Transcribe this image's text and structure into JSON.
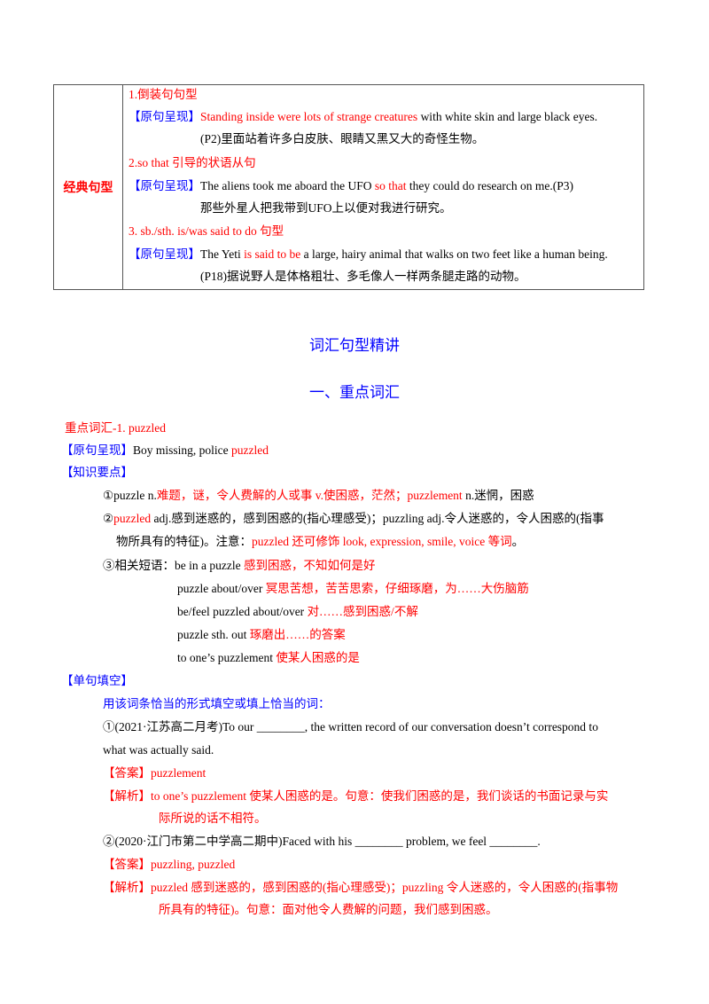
{
  "table": {
    "label": "经典句型",
    "items": [
      {
        "heading": "1.倒装句句型",
        "tag": "【原句呈现】",
        "sentence_highlight": "Standing inside were lots of strange creatures",
        "sentence_rest": " with white skin and large black eyes.",
        "translation": "(P2)里面站着许多白皮肤、眼睛又黑又大的奇怪生物。"
      },
      {
        "heading": "2.so that 引导的状语从句",
        "tag": "【原句呈现】",
        "sentence_pre": "The aliens took me aboard the UFO ",
        "sentence_highlight": "so that",
        "sentence_rest": " they could do research on me.(P3)",
        "translation": "那些外星人把我带到UFO上以便对我进行研究。"
      },
      {
        "heading": "3.  sb./sth.  is/was said to do 句型",
        "tag": "【原句呈现】",
        "sentence_pre": "The Yeti ",
        "sentence_highlight": "is said to be",
        "sentence_rest": " a large, hairy animal that walks on two feet like a human being.",
        "translation": "(P18)据说野人是体格粗壮、多毛像人一样两条腿走路的动物。"
      }
    ]
  },
  "section_title": "词汇句型精讲",
  "subsection_title": "一、重点词汇",
  "vocab": {
    "heading": "重点词汇-1.  puzzled",
    "original_tag": "【原句呈现】",
    "original_pre": "Boy missing, police ",
    "original_highlight": "puzzled",
    "knowledge_tag": "【知识要点】",
    "point1": {
      "num": "①",
      "a": "puzzle n.",
      "b": "难题，谜，令人费解的人或事 v.使困惑，茫然；puzzlement",
      "c": " n.迷惘，困惑"
    },
    "point2": {
      "num": "②",
      "a": "puzzled",
      "b": " adj.感到迷惑的，感到困惑的(指心理感受)；puzzling  adj.令人迷惑的，令人困惑的(指事",
      "c": "物所具有的特征)。注意：",
      "d": "puzzled 还可修饰 look, expression, smile, voice 等词",
      "e": "。"
    },
    "point3": {
      "label": "③相关短语：",
      "phrases": [
        {
          "en": "be in a puzzle ",
          "zh": "感到困惑，不知如何是好"
        },
        {
          "en": "puzzle about/over ",
          "zh": "冥思苦想，苦苦思索，仔细琢磨，为……大伤脑筋"
        },
        {
          "en": "be/feel  puzzled  about/over ",
          "zh": "对……感到困惑/不解"
        },
        {
          "en": "puzzle sth. out ",
          "zh": "琢磨出……的答案"
        },
        {
          "en": "to one’s puzzlement ",
          "zh": "使某人困惑的是"
        }
      ]
    }
  },
  "exercise": {
    "tag": "【单句填空】",
    "instruction": "用该词条恰当的形式填空或填上恰当的词：",
    "q1": {
      "line1": "①(2021·江苏高二月考)To our  ________, the written record of our conversation doesn’t correspond to",
      "line2": "what was actually said.",
      "answer_tag": "【答案】",
      "answer": "puzzlement",
      "analysis_tag": "【解析】",
      "analysis1": "to one’s puzzlement 使某人困惑的是。句意：使我们困惑的是，我们谈话的书面记录与实",
      "analysis2": "际所说的话不相符。"
    },
    "q2": {
      "line1": "②(2020·江门市第二中学高二期中)Faced with his ________ problem, we feel ________.",
      "answer_tag": "【答案】",
      "answer": "puzzling, puzzled",
      "analysis_tag": "【解析】",
      "analysis1": "puzzled 感到迷惑的，感到困惑的(指心理感受)；puzzling 令人迷惑的，令人困惑的(指事物",
      "analysis2": "所具有的特征)。句意：面对他令人费解的问题，我们感到困惑。"
    }
  }
}
